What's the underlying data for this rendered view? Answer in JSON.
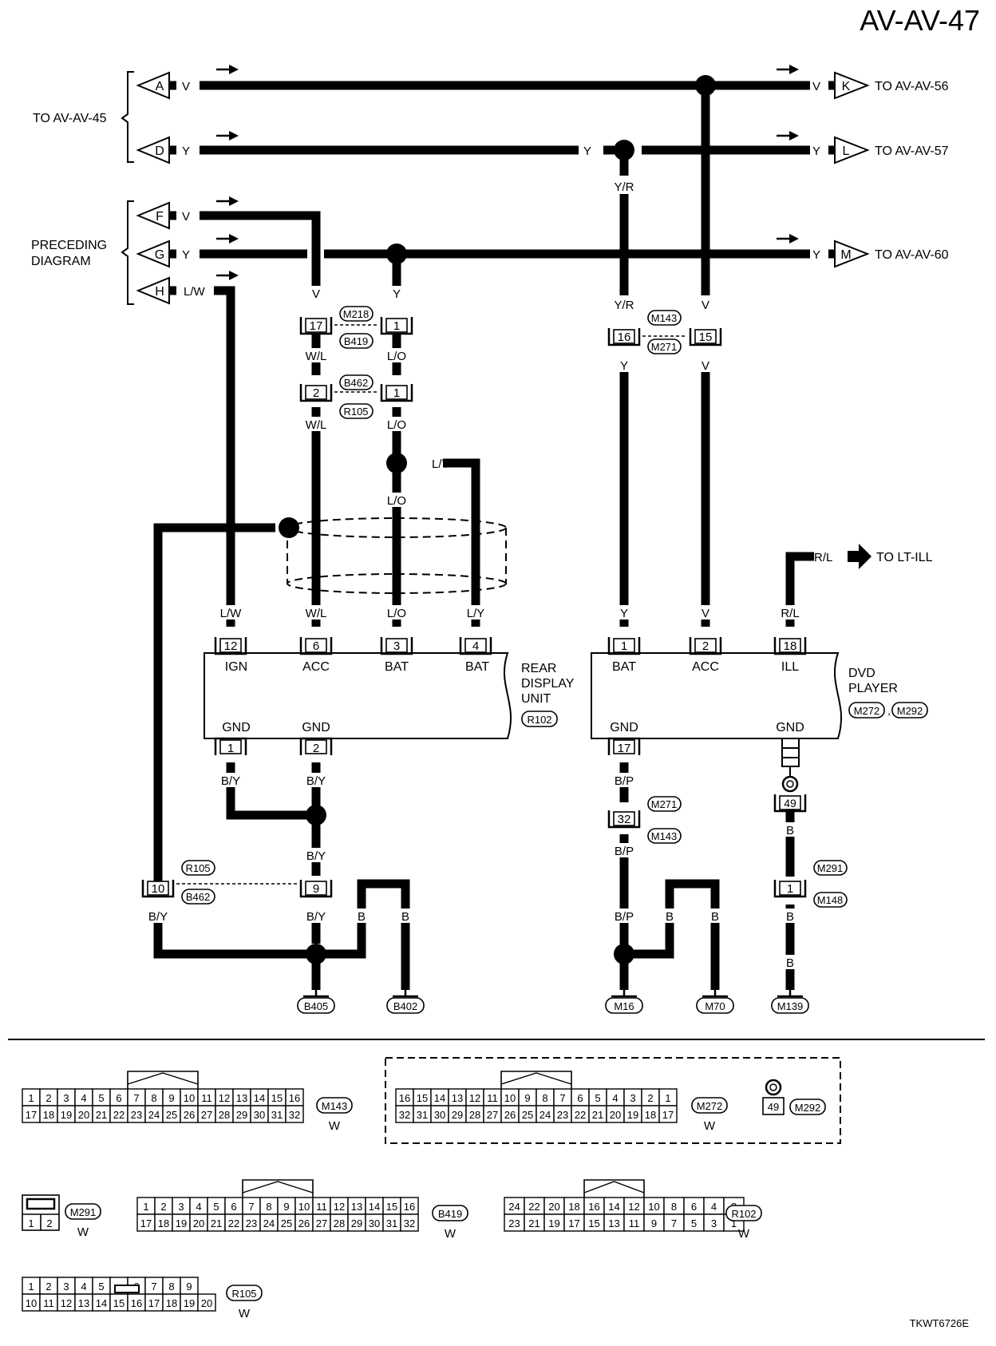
{
  "header": {
    "page_id": "AV-AV-47"
  },
  "footer": {
    "figure_code": "TKWT6726E"
  },
  "refs": {
    "to_45": "TO AV-AV-45",
    "to_56": "TO AV-AV-56",
    "to_57": "TO AV-AV-57",
    "to_60": "TO AV-AV-60",
    "preceding_1": "PRECEDING",
    "preceding_2": "DIAGRAM",
    "to_lt_ill": "TO LT-ILL"
  },
  "terminals": {
    "A": "A",
    "D": "D",
    "F": "F",
    "G": "G",
    "H": "H",
    "K": "K",
    "L": "L",
    "M": "M"
  },
  "wire_colors": {
    "V": "V",
    "Y": "Y",
    "L_W": "L/W",
    "Y_R": "Y/R",
    "W_L": "W/L",
    "L_O": "L/O",
    "L_Y": "L/Y",
    "R_L": "R/L",
    "B_Y": "B/Y",
    "B_P": "B/P",
    "B": "B"
  },
  "connector_ids": {
    "M218": "M218",
    "B419": "B419",
    "B462": "B462",
    "R105": "R105",
    "M143": "M143",
    "M271": "M271",
    "M272": "M272",
    "M292": "M292",
    "M291": "M291",
    "M148": "M148",
    "R102": "R102"
  },
  "pins": {
    "p1": "1",
    "p2": "2",
    "p3": "3",
    "p4": "4",
    "p6": "6",
    "p9": "9",
    "p10": "10",
    "p12": "12",
    "p15": "15",
    "p16": "16",
    "p17": "17",
    "p18": "18",
    "p32": "32",
    "p49": "49"
  },
  "rear_display": {
    "name_1": "REAR",
    "name_2": "DISPLAY",
    "name_3": "UNIT",
    "connector": "R102",
    "terminals": [
      "IGN",
      "ACC",
      "BAT",
      "BAT"
    ],
    "gnd": "GND"
  },
  "dvd_player": {
    "name_1": "DVD",
    "name_2": "PLAYER",
    "connector_a": "M272",
    "sep": ",",
    "connector_b": "M292",
    "terminals": [
      "BAT",
      "ACC",
      "ILL"
    ],
    "gnd": "GND"
  },
  "grounds": [
    "B405",
    "B402",
    "M16",
    "M70",
    "M139"
  ],
  "connector_views": {
    "color": "W",
    "m143": {
      "id": "M143",
      "top": [
        "1",
        "2",
        "3",
        "4",
        "5",
        "6",
        "7",
        "8",
        "9",
        "10",
        "11",
        "12",
        "13",
        "14",
        "15",
        "16"
      ],
      "bottom": [
        "17",
        "18",
        "19",
        "20",
        "21",
        "22",
        "23",
        "24",
        "25",
        "26",
        "27",
        "28",
        "29",
        "30",
        "31",
        "32"
      ]
    },
    "m272": {
      "id": "M272",
      "top": [
        "16",
        "15",
        "14",
        "13",
        "12",
        "11",
        "10",
        "9",
        "8",
        "7",
        "6",
        "5",
        "4",
        "3",
        "2",
        "1"
      ],
      "bottom": [
        "32",
        "31",
        "30",
        "29",
        "28",
        "27",
        "26",
        "25",
        "24",
        "23",
        "22",
        "21",
        "20",
        "19",
        "18",
        "17"
      ]
    },
    "m292": {
      "id": "M292",
      "pin": "49"
    },
    "m291": {
      "id": "M291",
      "pins": [
        "1",
        "2"
      ]
    },
    "b419": {
      "id": "B419",
      "top": [
        "1",
        "2",
        "3",
        "4",
        "5",
        "6",
        "7",
        "8",
        "9",
        "10",
        "11",
        "12",
        "13",
        "14",
        "15",
        "16"
      ],
      "bottom": [
        "17",
        "18",
        "19",
        "20",
        "21",
        "22",
        "23",
        "24",
        "25",
        "26",
        "27",
        "28",
        "29",
        "30",
        "31",
        "32"
      ]
    },
    "r102": {
      "id": "R102",
      "top": [
        "24",
        "22",
        "20",
        "18",
        "16",
        "14",
        "12",
        "10",
        "8",
        "6",
        "4",
        "2"
      ],
      "bottom": [
        "23",
        "21",
        "19",
        "17",
        "15",
        "13",
        "11",
        "9",
        "7",
        "5",
        "3",
        "1"
      ]
    },
    "r105": {
      "id": "R105",
      "top": [
        "1",
        "2",
        "3",
        "4",
        "5",
        "",
        "6",
        "7",
        "8",
        "9"
      ],
      "bottom": [
        "10",
        "11",
        "12",
        "13",
        "14",
        "15",
        "16",
        "17",
        "18",
        "19",
        "20"
      ]
    }
  }
}
